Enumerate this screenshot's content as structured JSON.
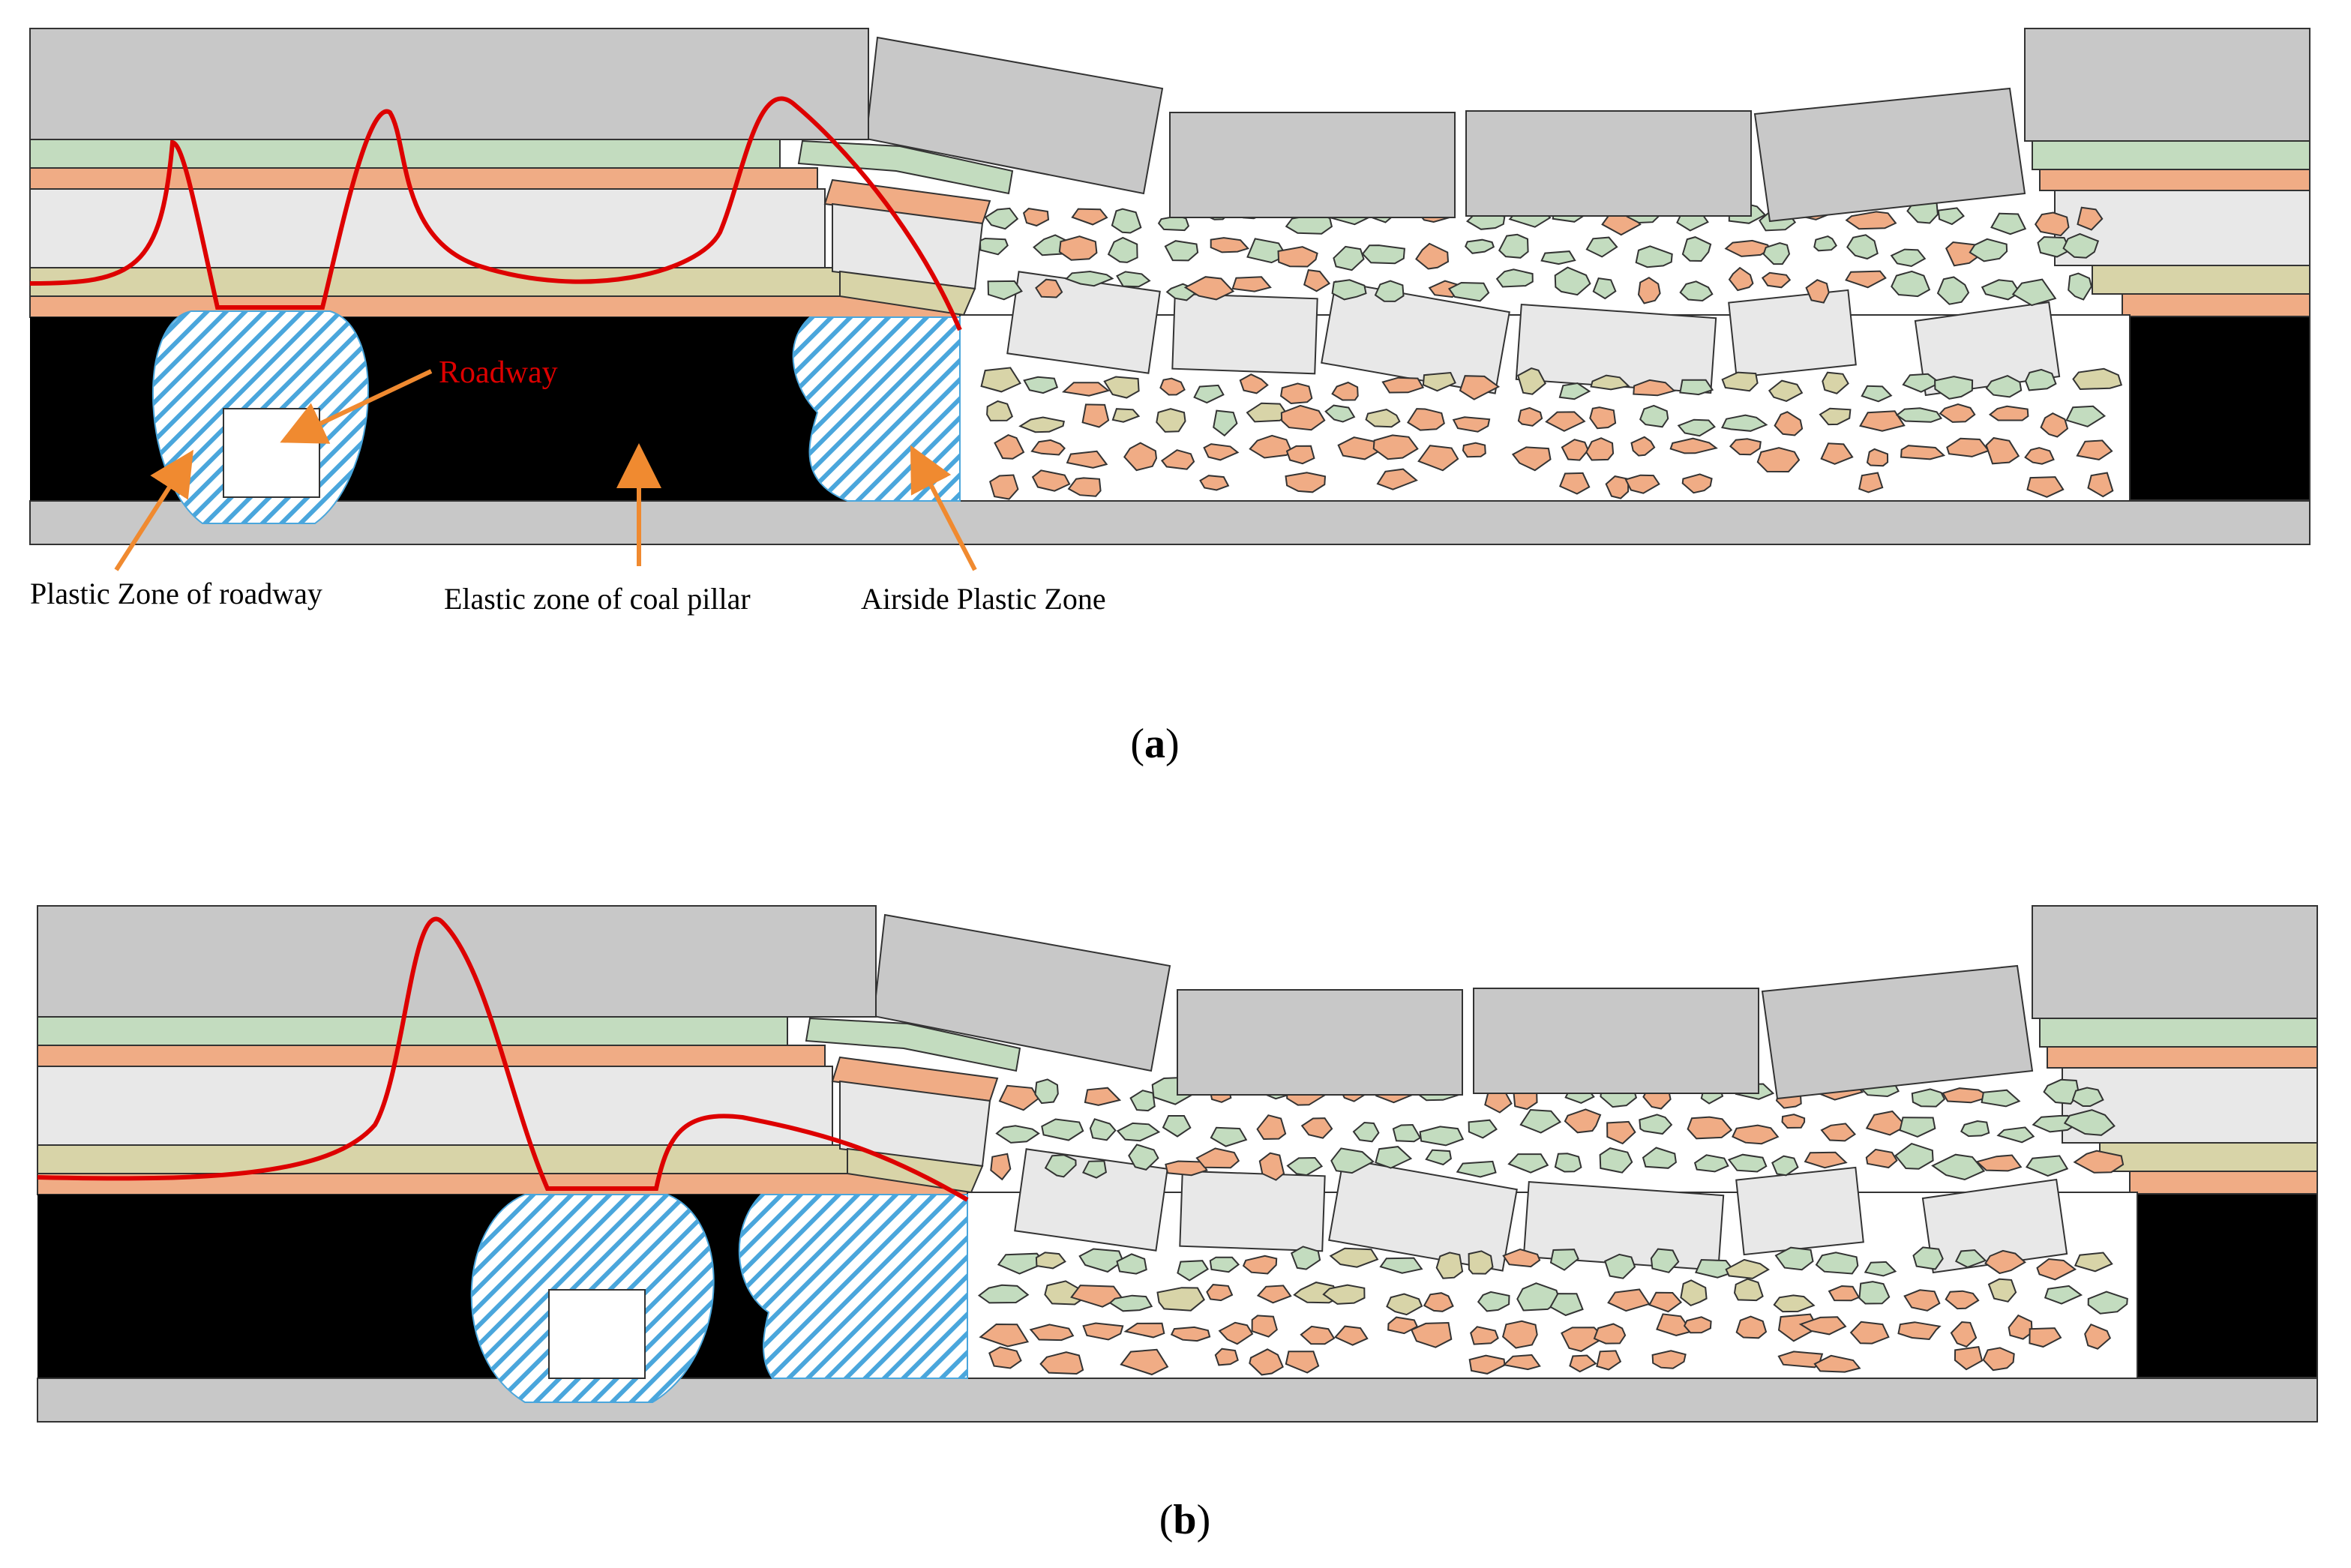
{
  "labels": {
    "roadway": "Roadway",
    "plastic_zone_roadway": "Plastic Zone of roadway",
    "elastic_zone_pillar": "Elastic zone of coal pillar",
    "airside_plastic_zone": "Airside Plastic Zone"
  },
  "panels": [
    {
      "id": "a",
      "caption_letter": "a"
    },
    {
      "id": "b",
      "caption_letter": "b"
    }
  ],
  "colors": {
    "roof_gray": "#c8c8c8",
    "green_layer": "#c3dcbf",
    "orange_layer": "#f0ac85",
    "light_gray_layer": "#e8e8e8",
    "tan_layer": "#d8d4a8",
    "coal": "#000000",
    "floor_gray": "#c8c8c8",
    "stress_curve": "#dd0000",
    "arrow": "#f08a30",
    "hatch_blue": "#4aa6dc",
    "roadway_label": "#dd0000"
  }
}
